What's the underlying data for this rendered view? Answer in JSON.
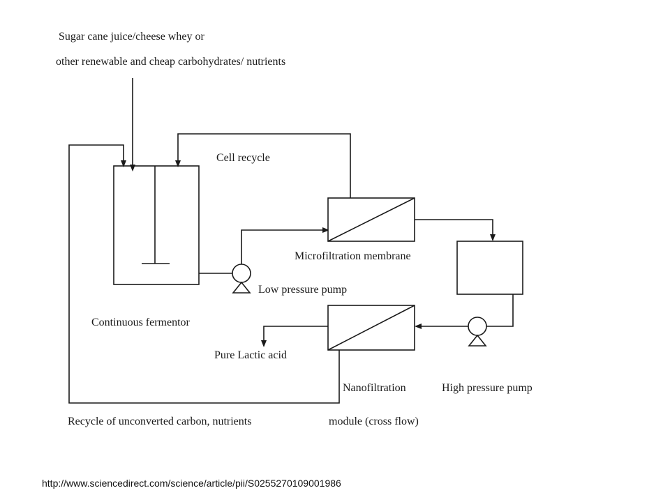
{
  "labels": {
    "feed_line1": "Sugar cane juice/cheese whey or",
    "feed_line2": "other renewable and cheap carbohydrates/ nutrients",
    "cell_recycle": "Cell recycle",
    "microfiltration": "Microfiltration membrane",
    "low_pressure_pump": "Low pressure pump",
    "continuous_fermentor": "Continuous fermentor",
    "pure_lactic_acid": "Pure Lactic acid",
    "nanofiltration_line1": "Nanofiltration",
    "nanofiltration_line2": "module (cross flow)",
    "high_pressure_pump": "High pressure pump",
    "recycle_carbon": "Recycle of unconverted carbon, nutrients"
  },
  "source_url": "http://www.sciencedirect.com/science/article/pii/S0255270109001986"
}
